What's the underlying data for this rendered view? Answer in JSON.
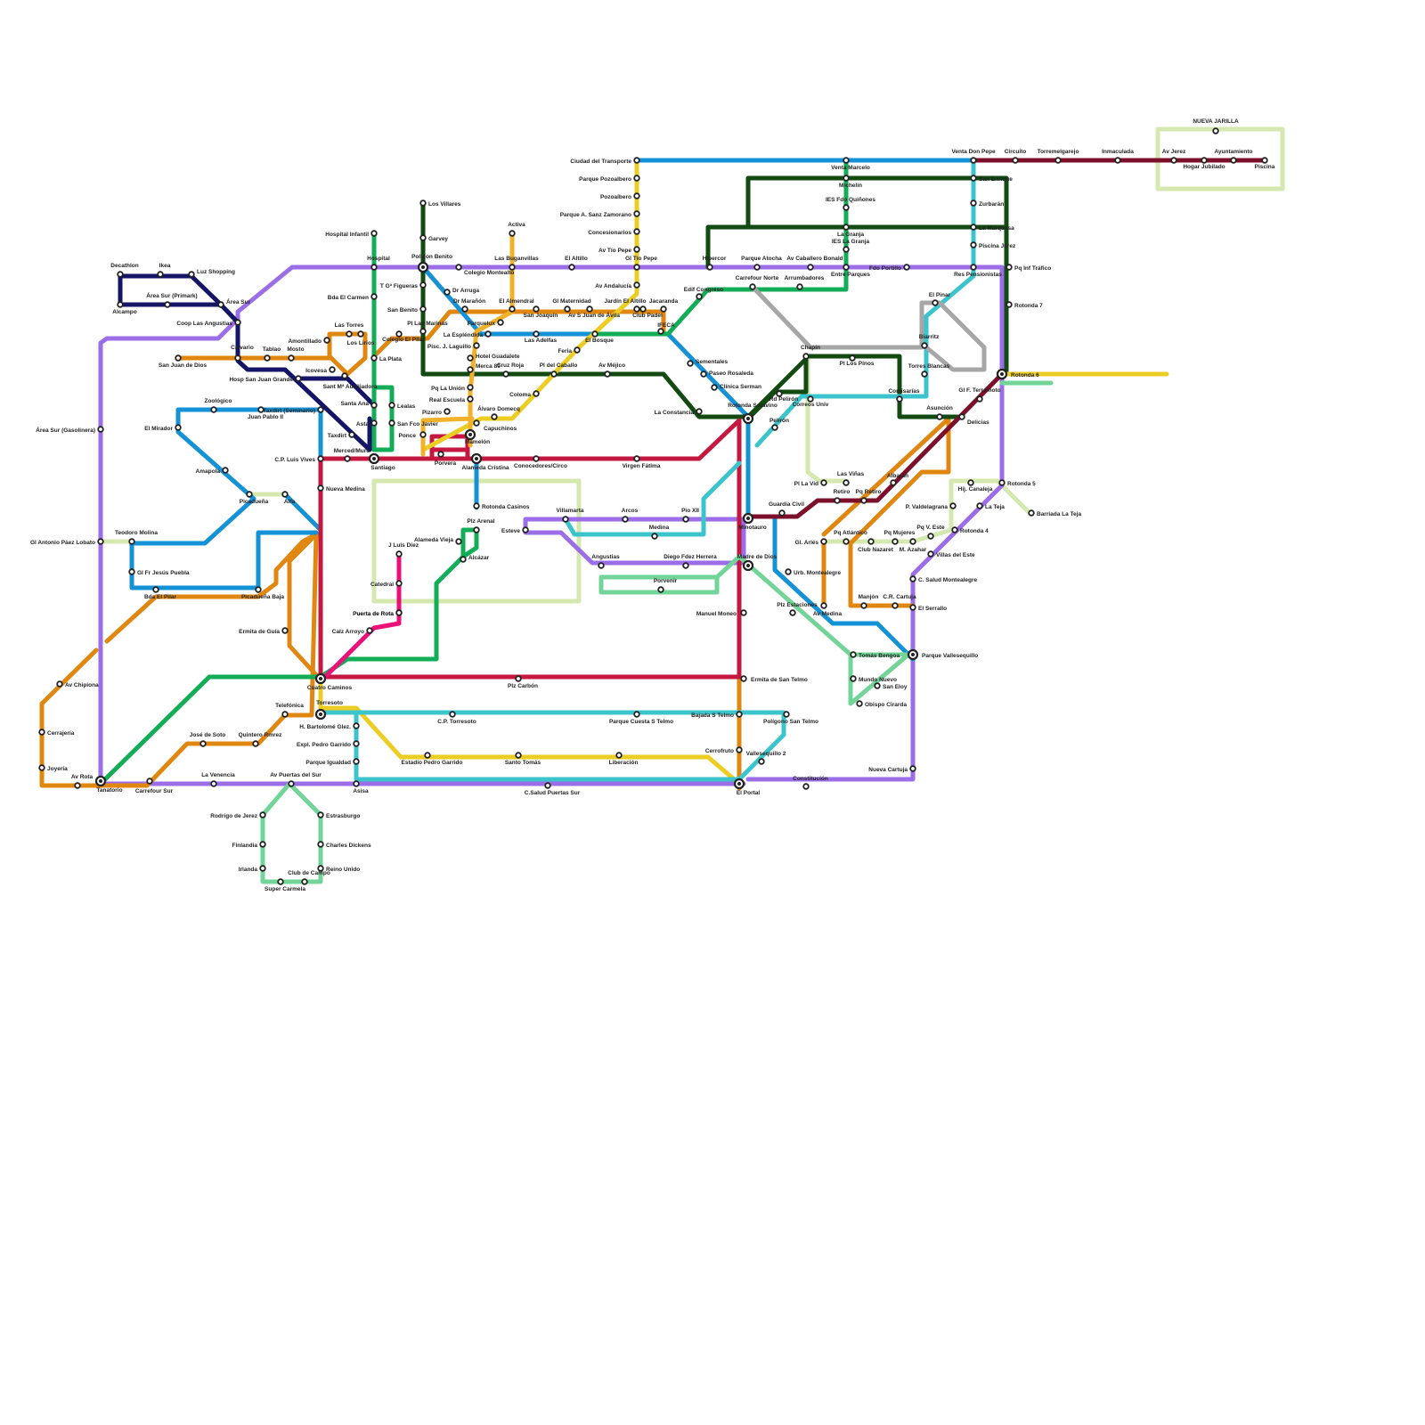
{
  "lines": [
    {
      "id": "purple",
      "color": "#9b6ee8"
    },
    {
      "id": "orange",
      "color": "#e08712"
    },
    {
      "id": "navy",
      "color": "#151568"
    },
    {
      "id": "blue",
      "color": "#1591d6"
    },
    {
      "id": "green",
      "color": "#12ad56"
    },
    {
      "id": "darkgreen",
      "color": "#124a12"
    },
    {
      "id": "crimson",
      "color": "#c51840"
    },
    {
      "id": "maroon",
      "color": "#7c0f2a"
    },
    {
      "id": "yellow",
      "color": "#eccd24"
    },
    {
      "id": "amber",
      "color": "#f2b12a"
    },
    {
      "id": "teal",
      "color": "#3cc4cc"
    },
    {
      "id": "mint",
      "color": "#72d498"
    },
    {
      "id": "grey",
      "color": "#a6a6a6"
    },
    {
      "id": "pale",
      "color": "#d5e8b0"
    },
    {
      "id": "pink",
      "color": "#ea1278"
    }
  ],
  "stations": [
    "NUEVA JARILLA",
    "Av Jerez",
    "Hogar Jubilado",
    "Ayuntamiento",
    "Piscina",
    "Venta Don Pepe",
    "Circuito",
    "Torremelgarejo",
    "Inmaculada",
    "San Enrique",
    "Zurbarán",
    "La Marquesa",
    "Piscina Jerez",
    "Pq Inf Tráfico",
    "Res Pensionistas",
    "Rotonda 7",
    "Rotonda 6",
    "Gl F. Terremoto",
    "Delicias",
    "Rotonda 5",
    "La Teja",
    "Barriada La Teja",
    "Rotonda 4",
    "Villas del Este",
    "C. Salud Montealegre",
    "El Serrallo",
    "Parque Vallesequillo",
    "Nueva Cartuja",
    "Constitución",
    "Venta Marcelo",
    "Michelin",
    "IES Fdo Quiñones",
    "La Granja",
    "IES La Granja",
    "Entre Parques",
    "Fdo Portillo",
    "El Pinar",
    "Biarritz",
    "Torres Blancas",
    "Comisarías",
    "Asunción",
    "Hipercor",
    "Parque Atocha",
    "Av Caballero Bonald",
    "Carrefour Norte",
    "Arrumbadores",
    "Edif Congreso",
    "Chapín",
    "Pl Los Pinos",
    "Rd Pelirón",
    "Correos Univ",
    "Pelirón",
    "Rotonda Sotavino",
    "Pl La Vid",
    "Las Viñas",
    "Retiro",
    "Pq Retiro",
    "Albarán",
    "Hij. Canaleja",
    "P. Valdelagrana",
    "Pq V. Este",
    "Guardia Civil",
    "Minotauro",
    "Gl. Arlés",
    "Pq Atlántico",
    "Club Nazaret",
    "Pq Mujeres",
    "M. Azahar",
    "Madre de Dios",
    "Urb. Montealegre",
    "Plz Estaciones",
    "Av Medina",
    "Manjón",
    "C.R. Cartuja",
    "Tomás Bengoa",
    "Mundo Nuevo",
    "San Eloy",
    "Obispo Cirarda",
    "Manuel Moneo",
    "Ermita de San Telmo",
    "Bajada S Telmo",
    "Polígono San Telmo",
    "Cerrofruto",
    "Vallesequillo 2",
    "El Portal",
    "Ciudad del Transporte",
    "Parque Pozoalbero",
    "Pozoalbero",
    "Parque A. Sanz Zamorano",
    "Concesionarios",
    "Av Tío Pepe",
    "Gl Tío Pepe",
    "Av Andalucía",
    "Jardín El Altillo",
    "Jacaranda",
    "Club Padel",
    "IFECA",
    "El Altillo",
    "Las Buganvillas",
    "Activa",
    "Gl Maternidad",
    "Av S Juan de Ávila",
    "San Joaquín",
    "El Almendral",
    "Las Adelfas",
    "El Bosque",
    "Feria",
    "Pl del Caballo",
    "Av Méjico",
    "Cruz Roja",
    "Coloma",
    "Sementales",
    "Paseo Rosaleda",
    "Clínica Serman",
    "La Constancia",
    "Álvaro Domecq",
    "Villamarta",
    "Arcos",
    "Medina",
    "Pío XII",
    "Angustias",
    "Diego Fdez Herrera",
    "Porvenir",
    "Esteve",
    "Conocedores/Circo",
    "Virgen Fátima",
    "Los Villares",
    "Garvey",
    "Hospital Infantil",
    "Hospital",
    "Polígon Benito",
    "Colegio Montealto",
    "T Gª Figueras",
    "Bda El Carmen",
    "San Benito",
    "Dr Arruga",
    "Dr Marañón",
    "Parquelux",
    "Pl Las Marinas",
    "Colegio El Pilar",
    "La Espléndida",
    "Pisc. J. Laguillo",
    "Hotel Guadalete",
    "Merca 80",
    "Pq La Unión",
    "Real Escuela",
    "Pizarro",
    "Capuchinos",
    "Ponce",
    "Porvera",
    "Alameda Cristina",
    "Mamelón",
    "La Plata",
    "Lealas",
    "San Fco Javier",
    "Santiago",
    "Rotonda Casinos",
    "Plz Arenal",
    "Alameda Vieja",
    "Alcázar",
    "J Luis Díez",
    "Catedral",
    "Puerta de Rota",
    "Calz Arroyo",
    "Cuatro Caminos",
    "Plz Carbón",
    "Torresoto",
    "Telefónica",
    "H. Bartolomé Glez.",
    "Expl. Pedro Garrido",
    "Parque Igualdad",
    "Asisa",
    "C.P. Torresoto",
    "Parque Cuesta S Telmo",
    "Estadio Pedro Garrido",
    "Santo Tomás",
    "Liberación",
    "C.Salud Puertas Sur",
    "Decathlon",
    "Ikea",
    "Luz Shopping",
    "Área Sur (Primark)",
    "Área Sur",
    "Alcampo",
    "Coop Las Angustias",
    "Calvario",
    "Tablao",
    "Mosto",
    "San Juan de Dios",
    "Las Torres",
    "Amontillado",
    "Los Lirios",
    "Icovesa",
    "Hosp San Juan Grande",
    "Sant Mª Auxiliadora",
    "Santa Ana",
    "Asta",
    "Taxdirt",
    "Merced/Muro",
    "Taxdirt (Seminario)",
    "C.P. Luis Vives",
    "Nueva Medina",
    "Zoológico",
    "Juan Pablo II",
    "El Mirador",
    "Amapola",
    "Picadueña",
    "Alfa",
    "Puerta de Rota",
    "Teodoro Molina",
    "Gl Antonio Páez Lobato",
    "Gl Fr Jesús Puebla",
    "Bda El Pilar",
    "Picadueña Baja",
    "Ermita de Guía",
    "Área Sur (Gasolinera)",
    "Av Chipiona",
    "Cerrajería",
    "Joyería",
    "Av Rota",
    "Tanatorio",
    "Carrefour Sur",
    "José de Soto",
    "Quintero Rmrez",
    "La Venencia",
    "Av Puertas del Sur",
    "Rodrigo de Jerez",
    "Finlandia",
    "Irlanda",
    "Super Carmela",
    "Club de Campo",
    "Reino Unido",
    "Charles Dickens",
    "Estrasburgo"
  ]
}
